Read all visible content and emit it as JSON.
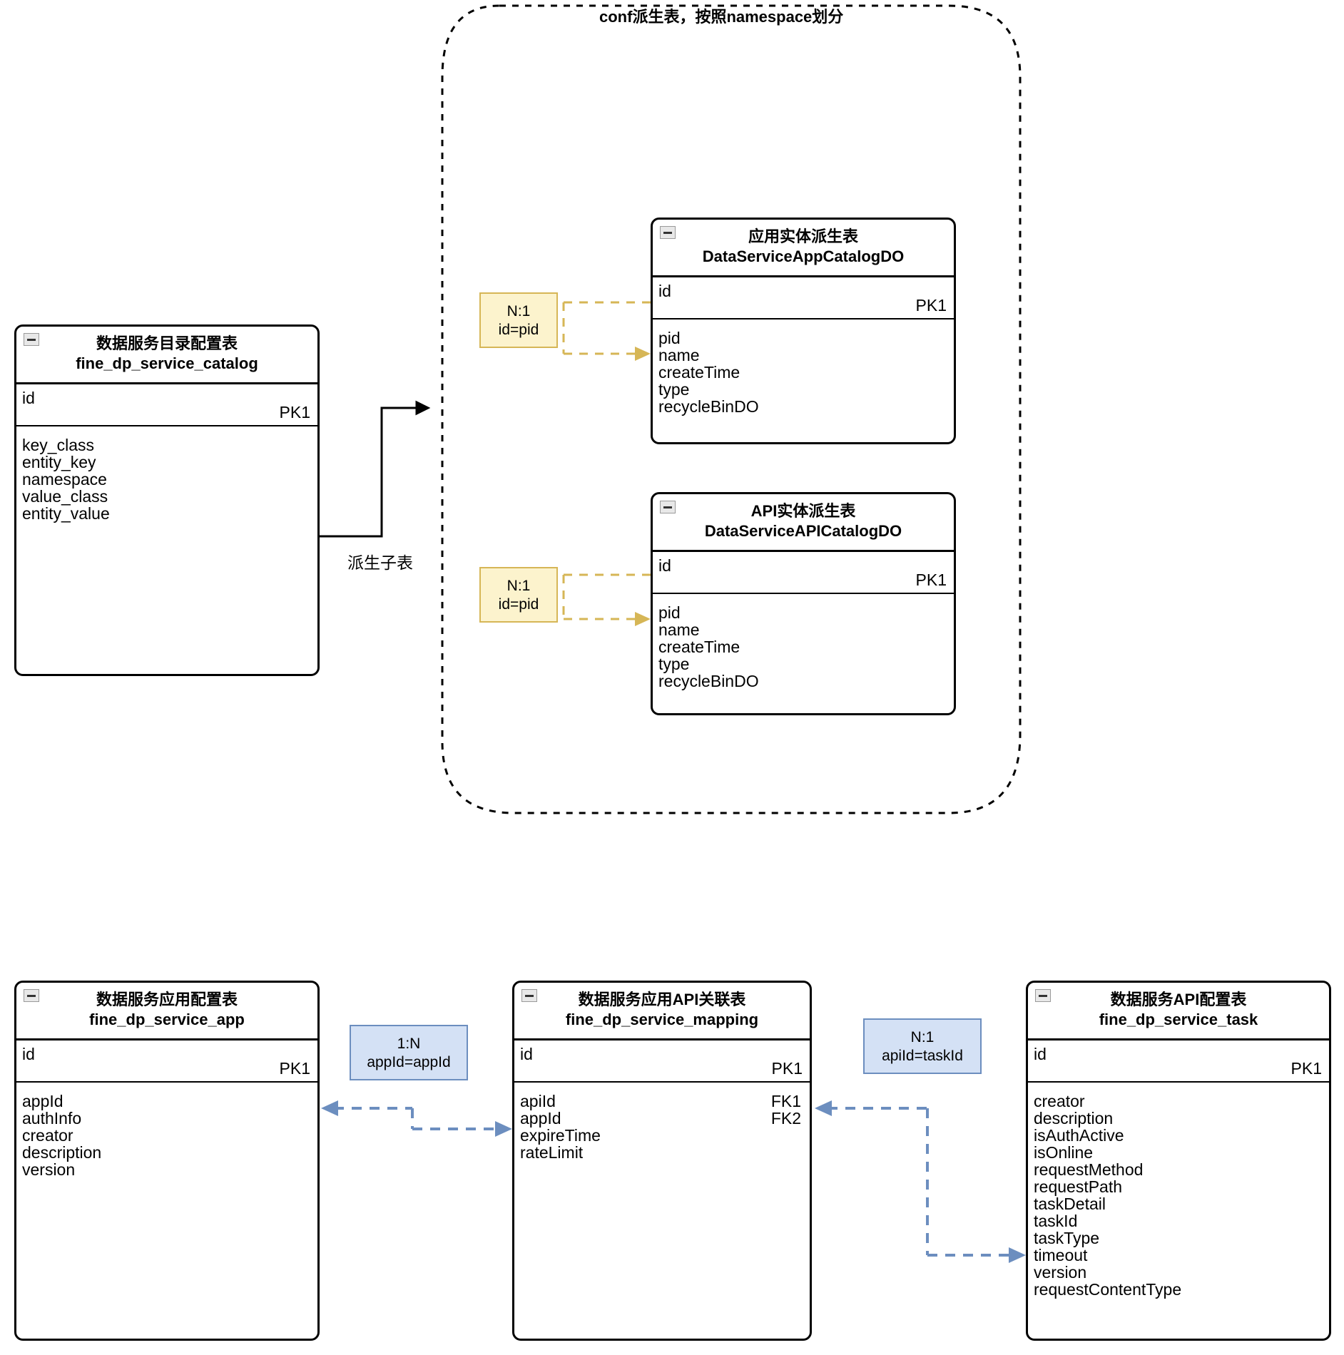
{
  "diagram": {
    "group": {
      "title": "conf派生表，按照namespace划分"
    },
    "labels": {
      "derive_child": "派生子表"
    },
    "entities": {
      "catalog": {
        "title_cn": "数据服务目录配置表",
        "title_en": "fine_dp_service_catalog",
        "pk": {
          "name": "id",
          "tag": "PK1"
        },
        "fields": [
          {
            "name": "key_class",
            "tag": ""
          },
          {
            "name": "entity_key",
            "tag": ""
          },
          {
            "name": "namespace",
            "tag": ""
          },
          {
            "name": "value_class",
            "tag": ""
          },
          {
            "name": "entity_value",
            "tag": ""
          }
        ]
      },
      "app_catalog_do": {
        "title_cn": "应用实体派生表",
        "title_en": "DataServiceAppCatalogDO",
        "pk": {
          "name": "id",
          "tag": "PK1"
        },
        "fields": [
          {
            "name": "pid",
            "tag": ""
          },
          {
            "name": "name",
            "tag": ""
          },
          {
            "name": "createTime",
            "tag": ""
          },
          {
            "name": "type",
            "tag": ""
          },
          {
            "name": "recycleBinDO",
            "tag": ""
          }
        ]
      },
      "api_catalog_do": {
        "title_cn": "API实体派生表",
        "title_en": "DataServiceAPICatalogDO",
        "pk": {
          "name": "id",
          "tag": "PK1"
        },
        "fields": [
          {
            "name": "pid",
            "tag": ""
          },
          {
            "name": "name",
            "tag": ""
          },
          {
            "name": "createTime",
            "tag": ""
          },
          {
            "name": "type",
            "tag": ""
          },
          {
            "name": "recycleBinDO",
            "tag": ""
          }
        ]
      },
      "service_app": {
        "title_cn": "数据服务应用配置表",
        "title_en": "fine_dp_service_app",
        "pk": {
          "name": "id",
          "tag": "PK1"
        },
        "fields": [
          {
            "name": "appId",
            "tag": ""
          },
          {
            "name": "authInfo",
            "tag": ""
          },
          {
            "name": "creator",
            "tag": ""
          },
          {
            "name": "description",
            "tag": ""
          },
          {
            "name": "version",
            "tag": ""
          }
        ]
      },
      "service_mapping": {
        "title_cn": "数据服务应用API关联表",
        "title_en": "fine_dp_service_mapping",
        "pk": {
          "name": "id",
          "tag": "PK1"
        },
        "fields": [
          {
            "name": "apiId",
            "tag": "FK1"
          },
          {
            "name": "appId",
            "tag": "FK2"
          },
          {
            "name": "expireTime",
            "tag": ""
          },
          {
            "name": "rateLimit",
            "tag": ""
          }
        ]
      },
      "service_task": {
        "title_cn": "数据服务API配置表",
        "title_en": "fine_dp_service_task",
        "pk": {
          "name": "id",
          "tag": "PK1"
        },
        "fields": [
          {
            "name": "creator",
            "tag": ""
          },
          {
            "name": "description",
            "tag": ""
          },
          {
            "name": "isAuthActive",
            "tag": ""
          },
          {
            "name": "isOnline",
            "tag": ""
          },
          {
            "name": "requestMethod",
            "tag": ""
          },
          {
            "name": "requestPath",
            "tag": ""
          },
          {
            "name": "taskDetail",
            "tag": ""
          },
          {
            "name": "taskId",
            "tag": ""
          },
          {
            "name": "taskType",
            "tag": ""
          },
          {
            "name": "timeout",
            "tag": ""
          },
          {
            "name": "version",
            "tag": ""
          },
          {
            "name": "requestContentType",
            "tag": ""
          }
        ]
      }
    },
    "relations": {
      "app_derive": {
        "cardinality": "N:1",
        "join": "id=pid"
      },
      "api_derive": {
        "cardinality": "N:1",
        "join": "id=pid"
      },
      "app_mapping": {
        "cardinality": "1:N",
        "join": "appId=appId"
      },
      "task_mapping": {
        "cardinality": "N:1",
        "join": "apiId=taskId"
      }
    },
    "colors": {
      "yellow_fill": "#fcf3cd",
      "yellow_stroke": "#d6b656",
      "blue_fill": "#d4e1f5",
      "blue_stroke": "#6c8ebf",
      "line": "#000000"
    }
  }
}
